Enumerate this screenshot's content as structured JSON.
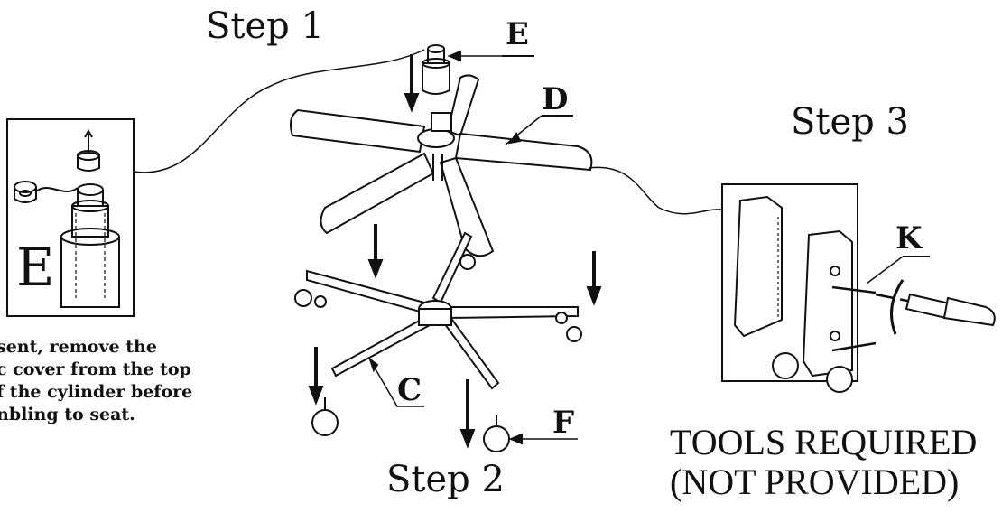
{
  "steps": {
    "step1": "Step 1",
    "step2": "Step 2",
    "step3": "Step 3"
  },
  "callouts": {
    "e": "E",
    "d": "D",
    "c": "C",
    "f": "F",
    "k": "K",
    "inset": "E"
  },
  "note": {
    "line1": "sent, remove the",
    "line2": "c cover from the top",
    "line3": "f the cylinder before",
    "line4": "nbling to seat."
  },
  "tools": {
    "line1": "TOOLS REQUIRED",
    "line2": "(NOT PROVIDED)"
  }
}
